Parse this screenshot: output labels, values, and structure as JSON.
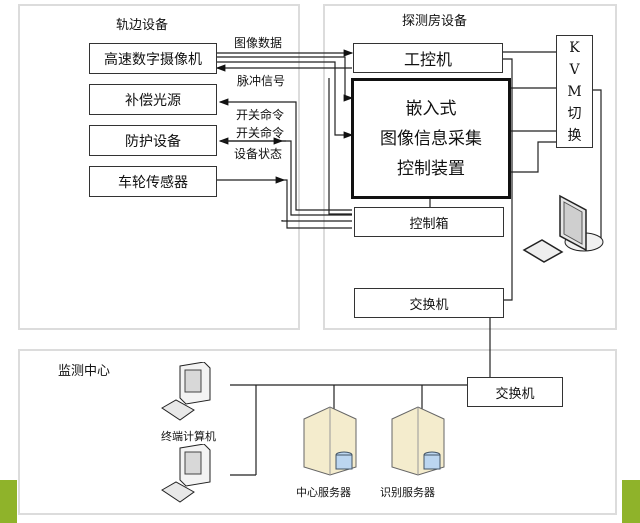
{
  "trackside": {
    "title": "轨边设备",
    "devices": [
      {
        "label": "高速数字摄像机"
      },
      {
        "label": "补偿光源"
      },
      {
        "label": "防护设备"
      },
      {
        "label": "车轮传感器"
      }
    ],
    "signals": {
      "image_data": "图像数据",
      "pulse_signal": "脉冲信号",
      "switch_cmd_1": "开关命令",
      "switch_cmd_2": "开关命令",
      "device_status": "设备状态"
    }
  },
  "detection_room": {
    "title": "探测房设备",
    "ipc": "工控机",
    "embedded_lines": [
      "嵌入式",
      "图像信息采集",
      "控制装置"
    ],
    "kvm_chars": [
      "K",
      "V",
      "M",
      "切",
      "换"
    ],
    "control_box": "控制箱",
    "switch": "交换机",
    "monitor_icon": "computer-monitor-icon"
  },
  "monitoring_center": {
    "title": "监测中心",
    "switch": "交换机",
    "terminal_label": "终端计算机",
    "central_server": "中心服务器",
    "recognition_server": "识别服务器"
  },
  "colors": {
    "accent": "#8fb32a",
    "panel_border": "#dcdcdc",
    "line": "#333333"
  }
}
